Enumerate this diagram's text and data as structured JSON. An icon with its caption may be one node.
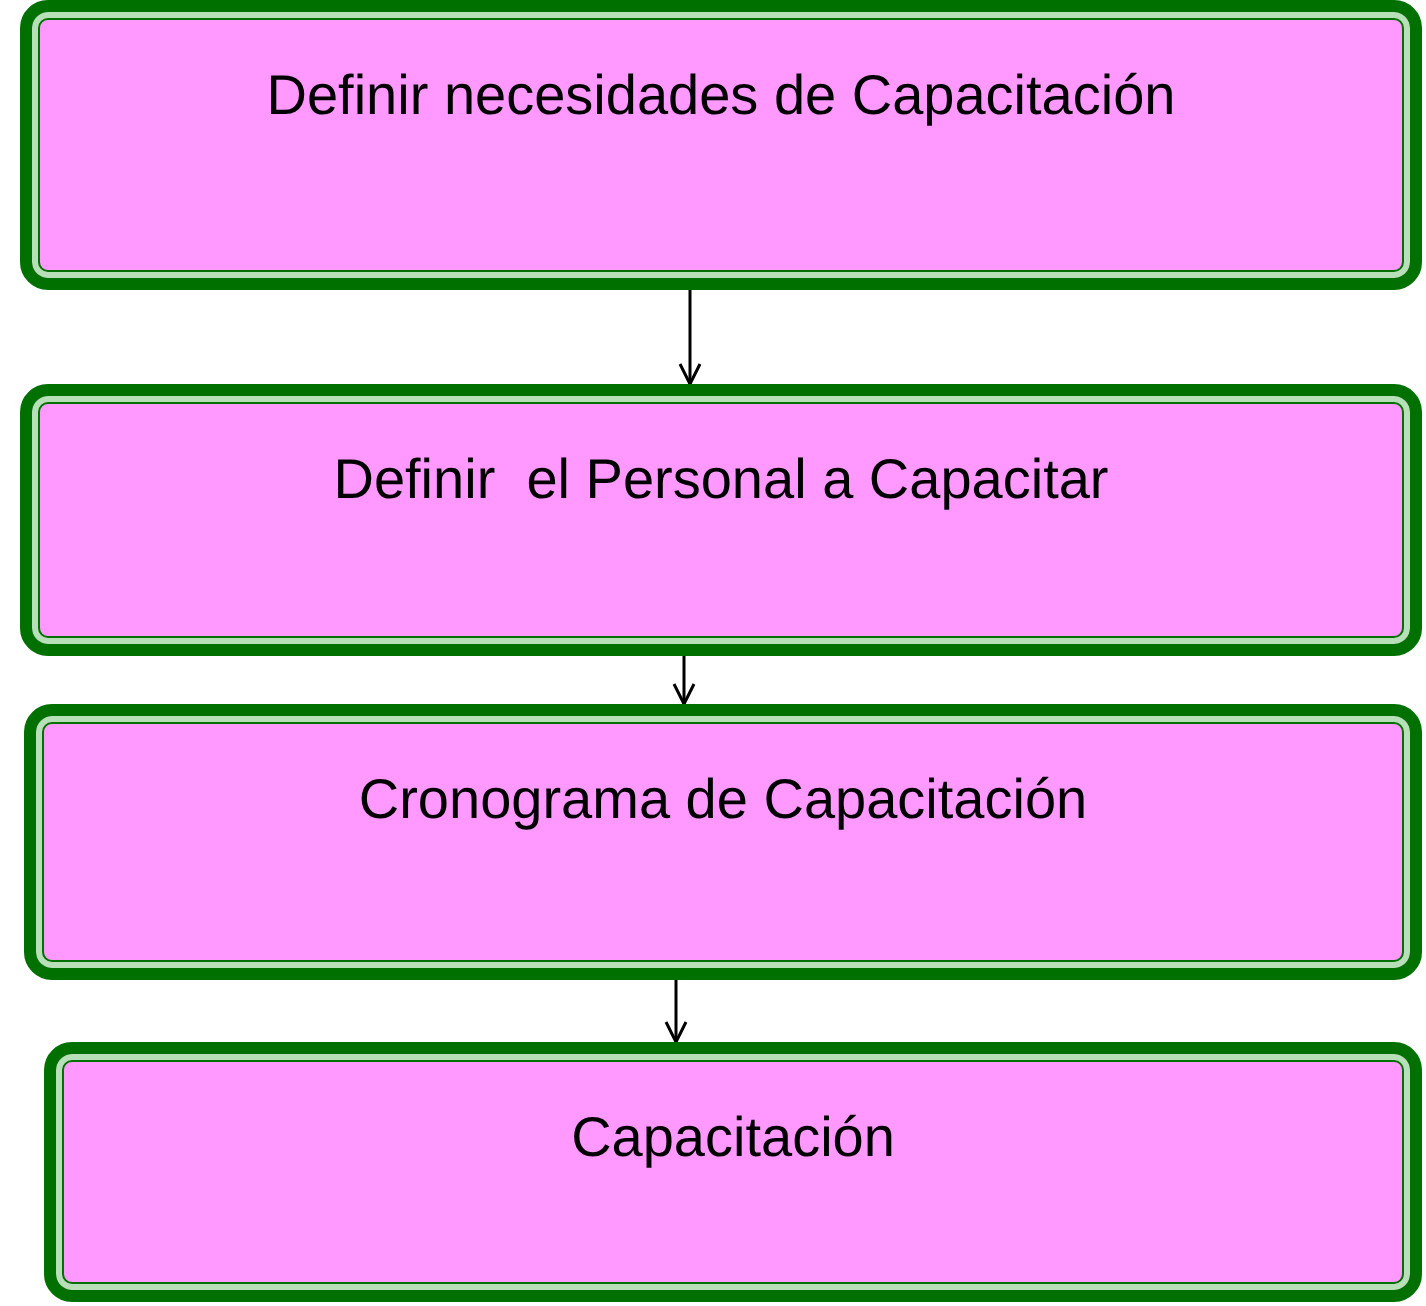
{
  "diagram": {
    "nodes": [
      {
        "text": [
          "Definir necesidades de Capacitación"
        ]
      },
      {
        "text": [
          "Definir  el Personal a Capacitar"
        ]
      },
      {
        "text": [
          "Cronograma de Capacitación"
        ]
      },
      {
        "text": [
          "Capacitación"
        ]
      }
    ],
    "edges": [
      {
        "from": 0,
        "to": 1,
        "arrow": "to"
      },
      {
        "from": 1,
        "to": 2,
        "arrow": "to"
      },
      {
        "from": 2,
        "to": 3,
        "arrow": "to"
      }
    ]
  }
}
